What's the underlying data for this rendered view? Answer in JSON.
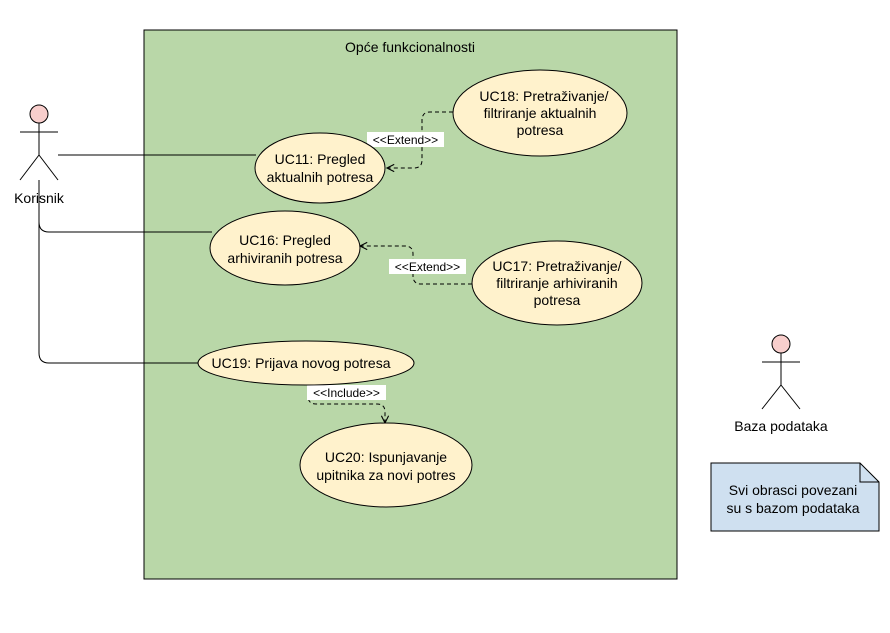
{
  "colors": {
    "system_fill": "#b9d7a8",
    "system_stroke": "#000000",
    "usecase_fill": "#fff2cc",
    "actor_head": "#f8cecc",
    "note_fill": "#cfe0f0",
    "line": "#000000"
  },
  "system": {
    "title": "Opće funkcionalnosti"
  },
  "actors": [
    {
      "id": "korisnik",
      "label": "Korisnik",
      "icon": "stick-figure-icon"
    },
    {
      "id": "baza",
      "label": "Baza podataka",
      "icon": "stick-figure-icon"
    }
  ],
  "use_cases": [
    {
      "id": "uc11",
      "lines": [
        "UC11: Pregled",
        "aktualnih potresa"
      ]
    },
    {
      "id": "uc18",
      "lines": [
        "UC18: Pretraživanje/",
        "filtriranje aktualnih",
        "potresa"
      ]
    },
    {
      "id": "uc16",
      "lines": [
        "UC16: Pregled",
        "arhiviranih potresa"
      ]
    },
    {
      "id": "uc17",
      "lines": [
        "UC17: Pretraživanje/",
        "filtriranje arhiviranih",
        "potresa"
      ]
    },
    {
      "id": "uc19",
      "lines": [
        "UC19: Prijava novog potresa"
      ]
    },
    {
      "id": "uc20",
      "lines": [
        "UC20: Ispunjavanje",
        "upitnika za novi potres"
      ]
    }
  ],
  "relations": [
    {
      "id": "extend-18-11",
      "stereotype": "<<Extend>>"
    },
    {
      "id": "extend-17-16",
      "stereotype": "<<Extend>>"
    },
    {
      "id": "include-19-20",
      "stereotype": "<<Include>>"
    }
  ],
  "note": {
    "lines": [
      "Svi obrasci povezani",
      "su s bazom podataka"
    ]
  }
}
